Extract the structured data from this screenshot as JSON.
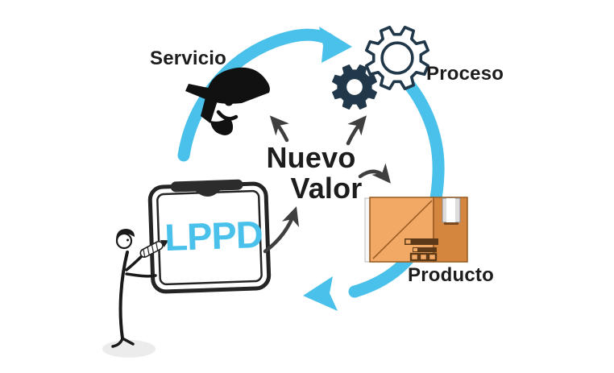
{
  "diagram": {
    "kind": "cycle-diagram",
    "center_label": {
      "line1": "Nuevo",
      "line2": "Valor"
    },
    "cycle_nodes": [
      {
        "label": "Servicio",
        "icon": "worker-head-icon"
      },
      {
        "label": "Proceso",
        "icon": "gears-icon"
      },
      {
        "label": "Producto",
        "icon": "package-box-icon"
      }
    ],
    "board_text": "LPPD",
    "figures": [
      "stick-figure-presenter",
      "clipboard",
      "pen"
    ]
  },
  "labels": {
    "servicio": "Servicio",
    "proceso": "Proceso",
    "producto": "Producto",
    "center_line1": "Nuevo",
    "center_line2": "Valor",
    "board": "LPPD"
  },
  "colors": {
    "accent_blue": "#49C1EA",
    "dark_navy": "#20384A",
    "arrow_gray": "#3F3F3F",
    "text_black": "#1D1D1D",
    "ink_black": "#1A1A1A",
    "box_face_orange": "#F2A965",
    "box_side_orange": "#D5863E",
    "box_outline_brown": "#9C5F26",
    "box_mark_brown": "#5C3A18",
    "shadow_gray": "#ECECEC"
  },
  "icons": [
    "worker-head-icon",
    "gear-outline-icon",
    "gear-solid-icon",
    "package-box-icon",
    "clipboard-icon",
    "pen-icon",
    "stick-figure",
    "cycle-arrow-top",
    "cycle-arrow-bottom",
    "pointer-arrow-to-servicio",
    "pointer-arrow-to-proceso",
    "pointer-arrow-to-producto",
    "pointer-arrow-from-clipboard"
  ]
}
